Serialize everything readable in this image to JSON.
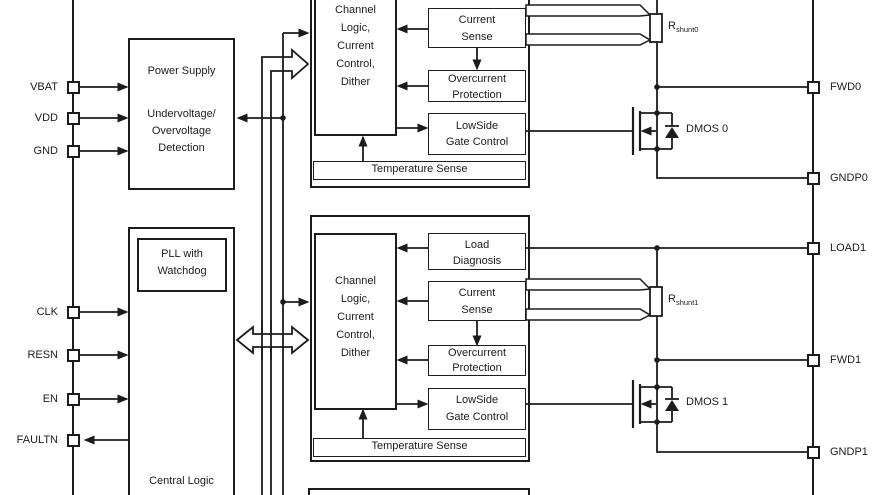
{
  "pins": {
    "left": [
      {
        "label": "VBAT"
      },
      {
        "label": "VDD"
      },
      {
        "label": "GND"
      },
      {
        "label": "CLK"
      },
      {
        "label": "RESN"
      },
      {
        "label": "EN"
      },
      {
        "label": "FAULTN"
      }
    ],
    "right": [
      {
        "label": "FWD0"
      },
      {
        "label": "GNDP0"
      },
      {
        "label": "LOAD1"
      },
      {
        "label": "FWD1"
      },
      {
        "label": "GNDP1"
      }
    ]
  },
  "blocks": {
    "power_supply": {
      "lines": [
        "Power Supply",
        "Undervoltage/",
        "Overvoltage",
        "Detection"
      ]
    },
    "pll": {
      "lines": [
        "PLL with",
        "Watchdog"
      ]
    },
    "central_logic": {
      "label": "Central Logic"
    },
    "channel0": {
      "logic_lines": [
        "Channel",
        "Logic,",
        "Current",
        "Control,",
        "Dither"
      ],
      "current_sense": [
        "Current",
        "Sense"
      ],
      "overcurrent": [
        "Overcurrent",
        "Protection"
      ],
      "lowside": [
        "LowSide",
        "Gate Control"
      ],
      "temperature": "Temperature Sense",
      "shunt_r": "R",
      "shunt_sub": "shunt0",
      "dmos": "DMOS 0"
    },
    "channel1": {
      "load_diagnosis": [
        "Load",
        "Diagnosis"
      ],
      "logic_lines": [
        "Channel",
        "Logic,",
        "Current",
        "Control,",
        "Dither"
      ],
      "current_sense": [
        "Current",
        "Sense"
      ],
      "overcurrent": [
        "Overcurrent",
        "Protection"
      ],
      "lowside": [
        "LowSide",
        "Gate Control"
      ],
      "temperature": "Temperature Sense",
      "shunt_r": "R",
      "shunt_sub": "shunt1",
      "dmos": "DMOS 1"
    }
  },
  "colors": {
    "line": "#1c1c1c",
    "background": "#ffffff"
  }
}
